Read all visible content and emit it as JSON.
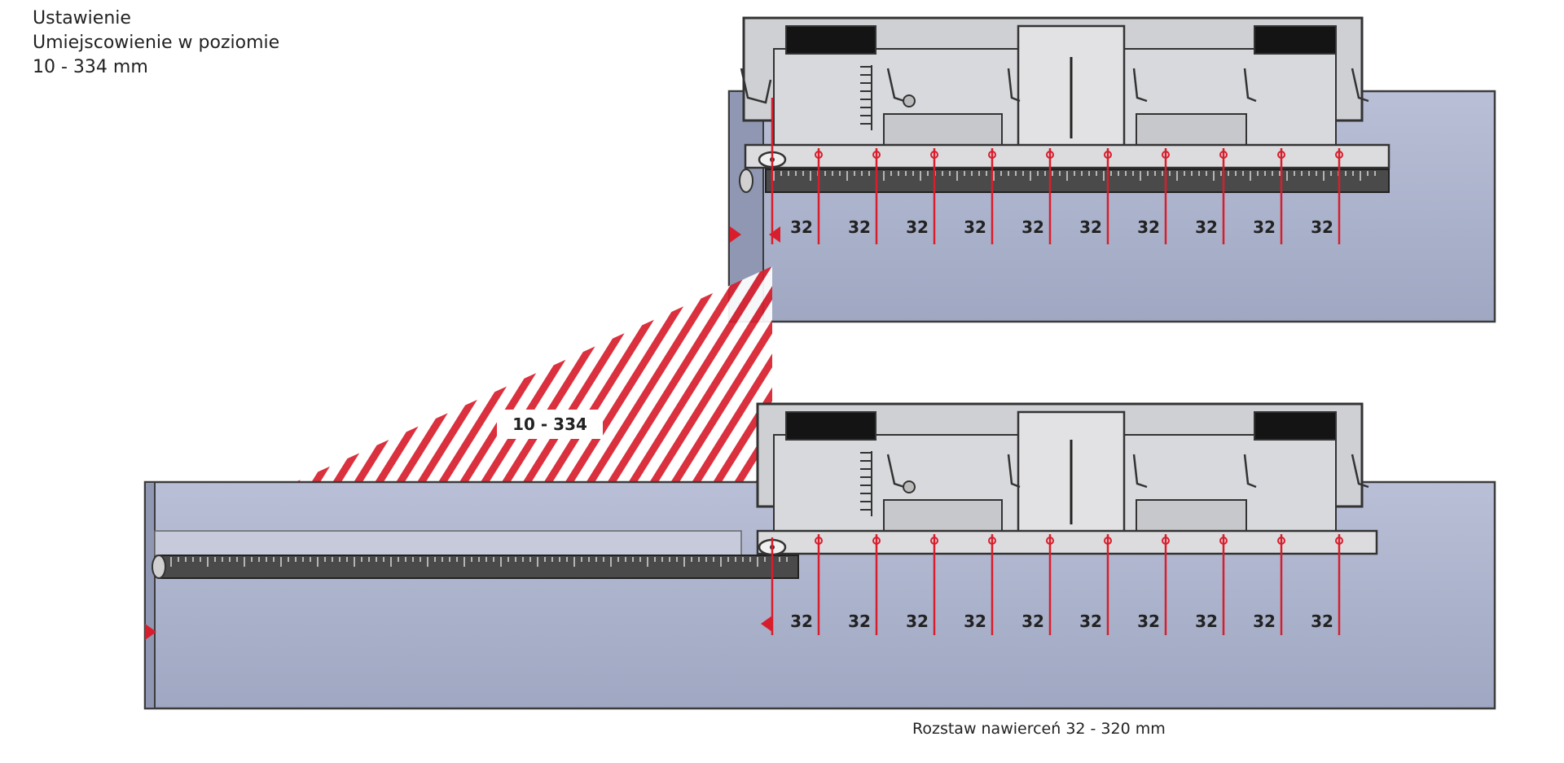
{
  "title": {
    "line1": "Ustawienie",
    "line2": "Umiejscowienie w poziomie",
    "line3": "10 - 334 mm"
  },
  "range_label": "10 - 334",
  "spacing_caption": "Rozstaw nawierceń 32 - 320 mm",
  "pitch_label": "32",
  "pitch_count": 10,
  "colors": {
    "panel": "#a8afc9",
    "jig_body": "#d3d4d7",
    "accent_red": "#d81e2c",
    "scale_dark": "#4a4a4a"
  }
}
